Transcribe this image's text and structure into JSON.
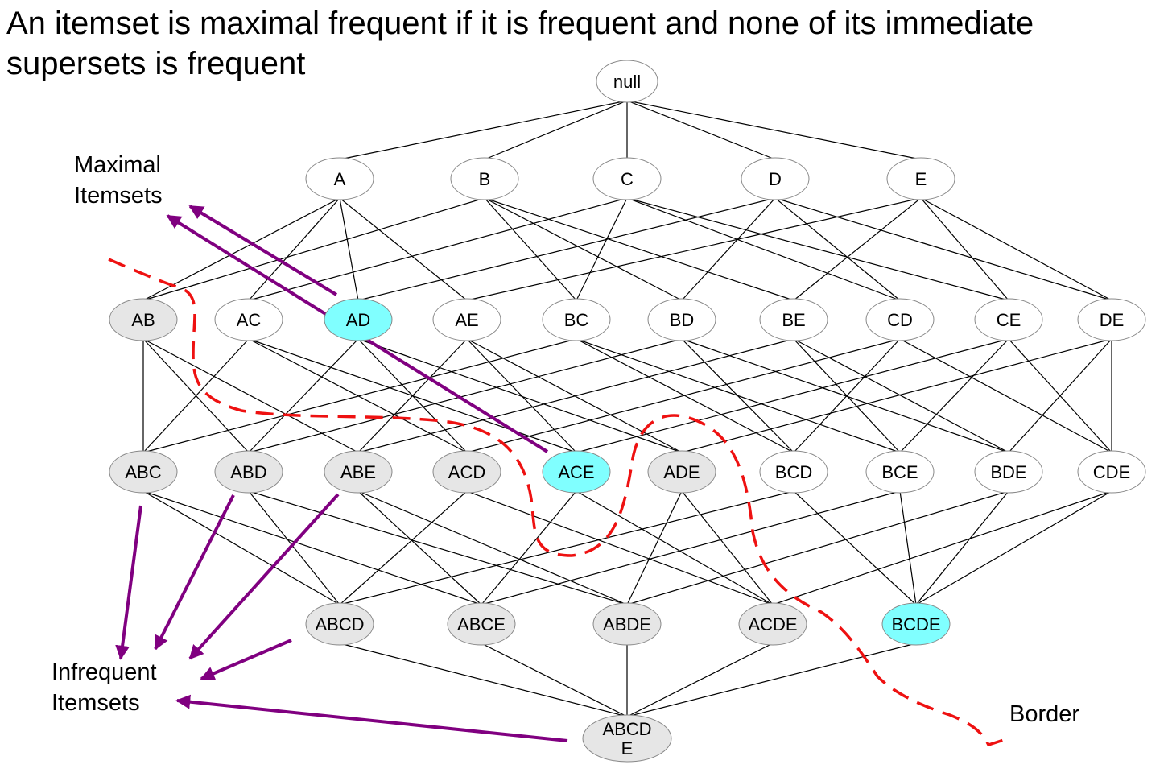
{
  "title": "An itemset is maximal frequent if it is frequent and  none of its immediate supersets is frequent",
  "labels": {
    "maximal": [
      "Maximal",
      "Itemsets"
    ],
    "infrequent": [
      "Infrequent",
      "Itemsets"
    ],
    "border": "Border"
  },
  "colors": {
    "maximal_fill": "#80ffff",
    "infrequent_fill": "#e6e6e6",
    "frequent_fill": "#ffffff",
    "edge": "#000000",
    "arrow": "#800080",
    "border_line": "#ee1111"
  },
  "nodes": [
    {
      "id": "null",
      "label": "null",
      "status": "frequent"
    },
    {
      "id": "A",
      "label": "A",
      "status": "frequent"
    },
    {
      "id": "B",
      "label": "B",
      "status": "frequent"
    },
    {
      "id": "C",
      "label": "C",
      "status": "frequent"
    },
    {
      "id": "D",
      "label": "D",
      "status": "frequent"
    },
    {
      "id": "E",
      "label": "E",
      "status": "frequent"
    },
    {
      "id": "AB",
      "label": "AB",
      "status": "infrequent"
    },
    {
      "id": "AC",
      "label": "AC",
      "status": "frequent"
    },
    {
      "id": "AD",
      "label": "AD",
      "status": "maximal"
    },
    {
      "id": "AE",
      "label": "AE",
      "status": "frequent"
    },
    {
      "id": "BC",
      "label": "BC",
      "status": "frequent"
    },
    {
      "id": "BD",
      "label": "BD",
      "status": "frequent"
    },
    {
      "id": "BE",
      "label": "BE",
      "status": "frequent"
    },
    {
      "id": "CD",
      "label": "CD",
      "status": "frequent"
    },
    {
      "id": "CE",
      "label": "CE",
      "status": "frequent"
    },
    {
      "id": "DE",
      "label": "DE",
      "status": "frequent"
    },
    {
      "id": "ABC",
      "label": "ABC",
      "status": "infrequent"
    },
    {
      "id": "ABD",
      "label": "ABD",
      "status": "infrequent"
    },
    {
      "id": "ABE",
      "label": "ABE",
      "status": "infrequent"
    },
    {
      "id": "ACD",
      "label": "ACD",
      "status": "infrequent"
    },
    {
      "id": "ACE",
      "label": "ACE",
      "status": "maximal"
    },
    {
      "id": "ADE",
      "label": "ADE",
      "status": "infrequent"
    },
    {
      "id": "BCD",
      "label": "BCD",
      "status": "frequent"
    },
    {
      "id": "BCE",
      "label": "BCE",
      "status": "frequent"
    },
    {
      "id": "BDE",
      "label": "BDE",
      "status": "frequent"
    },
    {
      "id": "CDE",
      "label": "CDE",
      "status": "frequent"
    },
    {
      "id": "ABCD",
      "label": "ABCD",
      "status": "infrequent"
    },
    {
      "id": "ABCE",
      "label": "ABCE",
      "status": "infrequent"
    },
    {
      "id": "ABDE",
      "label": "ABDE",
      "status": "infrequent"
    },
    {
      "id": "ACDE",
      "label": "ACDE",
      "status": "infrequent"
    },
    {
      "id": "BCDE",
      "label": "BCDE",
      "status": "maximal"
    },
    {
      "id": "ABCDE",
      "label": "ABCDE",
      "label_lines": [
        "ABCD",
        "E"
      ],
      "status": "infrequent"
    }
  ],
  "edges": [
    [
      "null",
      "A"
    ],
    [
      "null",
      "B"
    ],
    [
      "null",
      "C"
    ],
    [
      "null",
      "D"
    ],
    [
      "null",
      "E"
    ],
    [
      "A",
      "AB"
    ],
    [
      "A",
      "AC"
    ],
    [
      "A",
      "AD"
    ],
    [
      "A",
      "AE"
    ],
    [
      "B",
      "AB"
    ],
    [
      "B",
      "BC"
    ],
    [
      "B",
      "BD"
    ],
    [
      "B",
      "BE"
    ],
    [
      "C",
      "AC"
    ],
    [
      "C",
      "BC"
    ],
    [
      "C",
      "CD"
    ],
    [
      "C",
      "CE"
    ],
    [
      "D",
      "AD"
    ],
    [
      "D",
      "BD"
    ],
    [
      "D",
      "CD"
    ],
    [
      "D",
      "DE"
    ],
    [
      "E",
      "AE"
    ],
    [
      "E",
      "BE"
    ],
    [
      "E",
      "CE"
    ],
    [
      "E",
      "DE"
    ],
    [
      "AB",
      "ABC"
    ],
    [
      "AB",
      "ABD"
    ],
    [
      "AB",
      "ABE"
    ],
    [
      "AC",
      "ABC"
    ],
    [
      "AC",
      "ACD"
    ],
    [
      "AC",
      "ACE"
    ],
    [
      "AD",
      "ABD"
    ],
    [
      "AD",
      "ACD"
    ],
    [
      "AD",
      "ADE"
    ],
    [
      "AE",
      "ABE"
    ],
    [
      "AE",
      "ACE"
    ],
    [
      "AE",
      "ADE"
    ],
    [
      "BC",
      "ABC"
    ],
    [
      "BC",
      "BCD"
    ],
    [
      "BC",
      "BCE"
    ],
    [
      "BD",
      "ABD"
    ],
    [
      "BD",
      "BCD"
    ],
    [
      "BD",
      "BDE"
    ],
    [
      "BE",
      "ABE"
    ],
    [
      "BE",
      "BCE"
    ],
    [
      "BE",
      "BDE"
    ],
    [
      "CD",
      "ACD"
    ],
    [
      "CD",
      "BCD"
    ],
    [
      "CD",
      "CDE"
    ],
    [
      "CE",
      "ACE"
    ],
    [
      "CE",
      "BCE"
    ],
    [
      "CE",
      "CDE"
    ],
    [
      "DE",
      "ADE"
    ],
    [
      "DE",
      "BDE"
    ],
    [
      "DE",
      "CDE"
    ],
    [
      "ABC",
      "ABCD"
    ],
    [
      "ABC",
      "ABCE"
    ],
    [
      "ABD",
      "ABCD"
    ],
    [
      "ABD",
      "ABDE"
    ],
    [
      "ABE",
      "ABCE"
    ],
    [
      "ABE",
      "ABDE"
    ],
    [
      "ACD",
      "ABCD"
    ],
    [
      "ACD",
      "ACDE"
    ],
    [
      "ACE",
      "ABCE"
    ],
    [
      "ACE",
      "ACDE"
    ],
    [
      "ADE",
      "ABDE"
    ],
    [
      "ADE",
      "ACDE"
    ],
    [
      "BCD",
      "ABCD"
    ],
    [
      "BCD",
      "BCDE"
    ],
    [
      "BCE",
      "ABCE"
    ],
    [
      "BCE",
      "BCDE"
    ],
    [
      "BDE",
      "ABDE"
    ],
    [
      "BDE",
      "BCDE"
    ],
    [
      "CDE",
      "ACDE"
    ],
    [
      "CDE",
      "BCDE"
    ],
    [
      "ABCD",
      "ABCDE"
    ],
    [
      "ABCE",
      "ABCDE"
    ],
    [
      "ABDE",
      "ABCDE"
    ],
    [
      "ACDE",
      "ABCDE"
    ],
    [
      "BCDE",
      "ABCDE"
    ]
  ],
  "arrows": [
    {
      "from": "AD",
      "to": "maximal"
    },
    {
      "from": "ACE",
      "to": "maximal"
    },
    {
      "from": "ABC",
      "to": "infrequent"
    },
    {
      "from": "ABD",
      "to": "infrequent"
    },
    {
      "from": "ABE",
      "to": "infrequent"
    },
    {
      "from": "ABCD",
      "to": "infrequent"
    },
    {
      "from": "ABCDE",
      "to": "infrequent"
    }
  ]
}
